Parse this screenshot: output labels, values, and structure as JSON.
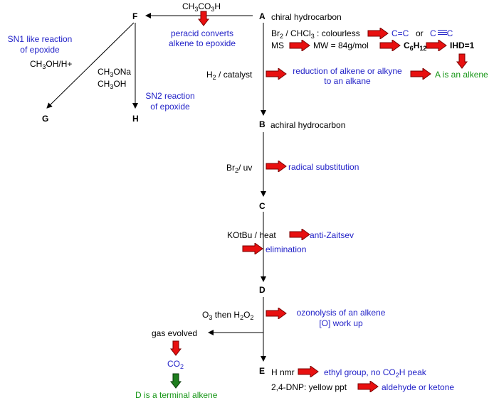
{
  "nodes": {
    "A": "A",
    "B": "B",
    "C": "C",
    "D": "D",
    "E": "E",
    "F": "F",
    "G": "G",
    "H": "H"
  },
  "descriptions": {
    "A": "chiral hydrocarbon",
    "B": "achiral hydrocarbon"
  },
  "reagents": {
    "peracid_a": "CH",
    "peracid_b": "3",
    "peracid_c": "CO",
    "peracid_d": "3",
    "peracid_e": "H",
    "br2_a": "Br",
    "br2_b": "2",
    "br2_c": " / CHCl",
    "br2_d": "3",
    "br2_e": " : colourless",
    "ms": "MS",
    "h2_a": "H",
    "h2_b": "2",
    "h2_c": " / catalyst",
    "bruv_a": "Br",
    "bruv_b": "2",
    "bruv_c": "/ uv",
    "kotbu": "KOtBu / heat",
    "o3_a": "O",
    "o3_b": "3",
    "o3_c": " then H",
    "o3_d": "2",
    "o3_e": "O",
    "o3_f": "2",
    "meoh_h": "CH OH/H+",
    "ch3ona_1": "CH ONa",
    "ch3ona_2": "CH OH",
    "hnmr": "H nmr",
    "dnp": "2,4-DNP: yellow ppt"
  },
  "notes": {
    "peracid_1": "peracid converts",
    "peracid_2": "alkene to epoxide",
    "c_c_double": "C=C",
    "or": "or",
    "c_c_triple_prefix": "C",
    "mw": "MW = 84g/mol",
    "formula_a": "C",
    "formula_b": "6",
    "formula_c": "H",
    "formula_d": "12",
    "ihd": "IHD=1",
    "reduction_1": "reduction of alkene or alkyne",
    "reduction_2": "to an alkane",
    "a_alkene": "A is an alkene",
    "sn1_1": "SN1 like reaction",
    "sn1_2": "of epoxide",
    "sn2_1": "SN2 reaction",
    "sn2_2": "of epoxide",
    "radical": "radical substitution",
    "anti_zaitsev": "anti-Zaitsev",
    "elimination": "elimination",
    "ozonolysis_1": "ozonolysis of an alkene",
    "ozonolysis_2": "[O] work up",
    "gas": "gas evolved",
    "co2_a": "CO",
    "co2_b": "2",
    "d_terminal": "D is a terminal alkene",
    "ethyl": "ethyl group, no CO",
    "ethyl_sub": "2",
    "ethyl_end": "H peak",
    "aldehyde": "aldehyde or ketone"
  },
  "colors": {
    "blue_note": "#2323c8",
    "green_note": "#169616",
    "red_arrow": "#e81010",
    "green_arrow": "#1e7e1e"
  }
}
